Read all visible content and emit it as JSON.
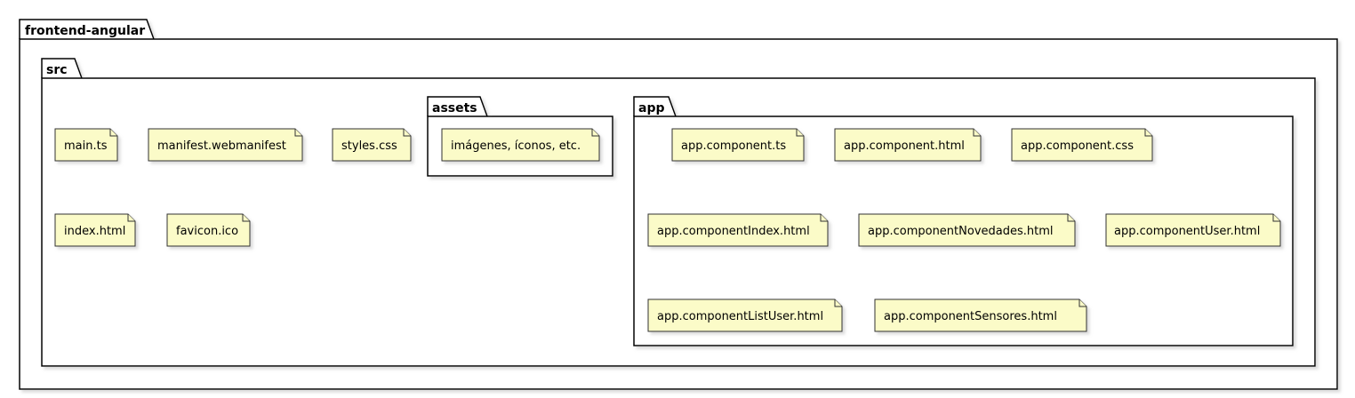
{
  "packages": {
    "root": {
      "label": "frontend-angular"
    },
    "src": {
      "label": "src"
    },
    "assets": {
      "label": "assets"
    },
    "app": {
      "label": "app"
    }
  },
  "notes": {
    "main_ts": "main.ts",
    "manifest": "manifest.webmanifest",
    "styles_css": "styles.css",
    "index_html": "index.html",
    "favicon": "favicon.ico",
    "assets_content": "imágenes, íconos, etc.",
    "app_component_ts": "app.component.ts",
    "app_component_html": "app.component.html",
    "app_component_css": "app.component.css",
    "app_component_index": "app.componentIndex.html",
    "app_component_novedades": "app.componentNovedades.html",
    "app_component_user": "app.componentUser.html",
    "app_component_list_user": "app.componentListUser.html",
    "app_component_sensores": "app.componentSensores.html"
  },
  "colors": {
    "note_fill": "#FBFBC8",
    "shadow": "#c8c8c8",
    "border": "#000000"
  }
}
